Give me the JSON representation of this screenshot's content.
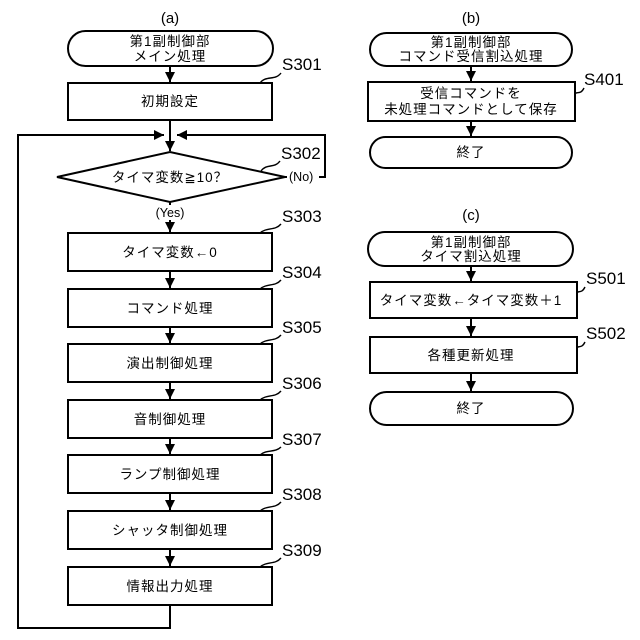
{
  "figure": {
    "a": {
      "title": "(a)",
      "start": {
        "line1": "第1副制御部",
        "line2": "メイン処理"
      },
      "s301": {
        "id": "S301",
        "label": "初期設定"
      },
      "s302": {
        "id": "S302",
        "label": "タイマ変数≧10？",
        "yes": "(Yes)",
        "no": "(No)"
      },
      "s303": {
        "id": "S303",
        "label": "タイマ変数←0"
      },
      "s304": {
        "id": "S304",
        "label": "コマンド処理"
      },
      "s305": {
        "id": "S305",
        "label": "演出制御処理"
      },
      "s306": {
        "id": "S306",
        "label": "音制御処理"
      },
      "s307": {
        "id": "S307",
        "label": "ランプ制御処理"
      },
      "s308": {
        "id": "S308",
        "label": "シャッタ制御処理"
      },
      "s309": {
        "id": "S309",
        "label": "情報出力処理"
      }
    },
    "b": {
      "title": "(b)",
      "start": {
        "line1": "第1副制御部",
        "line2": "コマンド受信割込処理"
      },
      "s401": {
        "id": "S401",
        "line1": "受信コマンドを",
        "line2": "未処理コマンドとして保存"
      },
      "end": "終了"
    },
    "c": {
      "title": "(c)",
      "start": {
        "line1": "第1副制御部",
        "line2": "タイマ割込処理"
      },
      "s501": {
        "id": "S501",
        "label": "タイマ変数←タイマ変数＋1"
      },
      "s502": {
        "id": "S502",
        "label": "各種更新処理"
      },
      "end": "終了"
    },
    "colors": {
      "line": "#000000",
      "background": "#ffffff"
    }
  }
}
